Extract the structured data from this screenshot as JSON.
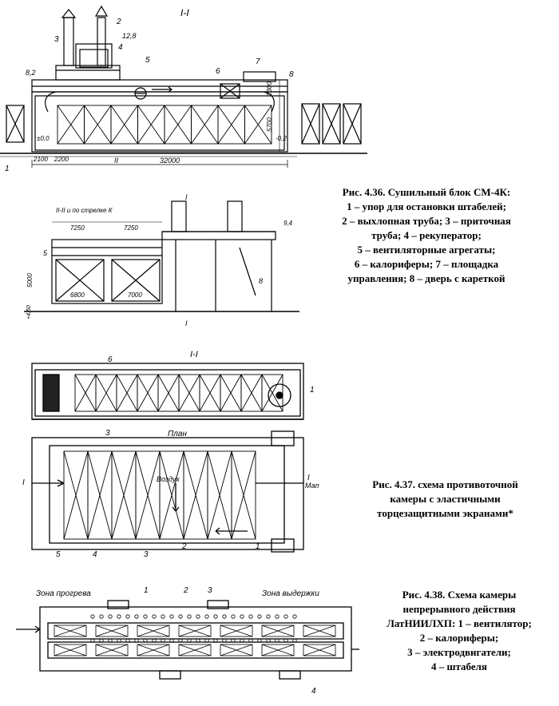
{
  "fig436": {
    "top": {
      "section_label": "I-I",
      "dims": {
        "d12_8": "12,8",
        "d8_2": "8,2",
        "d2300": "2300",
        "d5700": "5700",
        "d0_0": "±0,0",
        "d0_2": "-0,2",
        "d2100": "2100",
        "d2200": "2200",
        "d32000": "32000",
        "sec_ii": "II"
      },
      "callouts": {
        "c1": "1",
        "c2": "2",
        "c3": "3",
        "c4": "4",
        "c5": "5",
        "c6": "6",
        "c7": "7",
        "c8": "8"
      }
    },
    "side": {
      "section_label": "II-II и по стрелке К",
      "dims": {
        "d7250a": "7250",
        "d7250b": "7250",
        "d5000": "5000",
        "d450": "+4,50",
        "d6800": "6800",
        "d7000": "7000",
        "d94": "9,4",
        "sec_i_top": "I",
        "sec_i_bot": "I"
      },
      "callouts": {
        "c5": "5",
        "c8": "8"
      }
    },
    "caption": {
      "lines": [
        "Рис. 4.36. Сушильный блок СМ-4К:",
        "1 – упор для остановки штабелей;",
        "2 – выхлопная труба; 3 – приточная",
        "труба; 4 – рекуператор;",
        "5 – вентиляторные агрегаты;",
        "6 – калориферы; 7 – площадка",
        "управления; 8 – дверь с кареткой"
      ]
    }
  },
  "fig437": {
    "section": {
      "label": "I-I",
      "callouts": {
        "c6": "6",
        "c1": "1"
      }
    },
    "plan": {
      "label": "План",
      "air_label": "Воздух",
      "material_label": "Мате-\nриал",
      "section_marks": {
        "left": "I",
        "right": "I"
      },
      "callouts": {
        "c3": "3",
        "c5": "5",
        "c4": "4",
        "c3b": "3",
        "c2": "2",
        "c1": "1"
      }
    },
    "caption": {
      "lines": [
        "Рис. 4.37. схема противоточной",
        "камеры с эластичными",
        "торцезащитными экранами*"
      ]
    }
  },
  "fig438": {
    "zone_left": "Зона прогрева",
    "zone_right": "Зона выдержки",
    "callouts": {
      "c1": "1",
      "c2": "2",
      "c3": "3",
      "c4": "4"
    },
    "caption": {
      "lines": [
        "Рис. 4.38. Схема камеры",
        "непрерывного действия",
        "ЛатНИИЛХП:  1 – вентилятор;",
        "2 – калориферы;",
        "3 – электродвигатели;",
        "4 – штабеля"
      ]
    }
  }
}
